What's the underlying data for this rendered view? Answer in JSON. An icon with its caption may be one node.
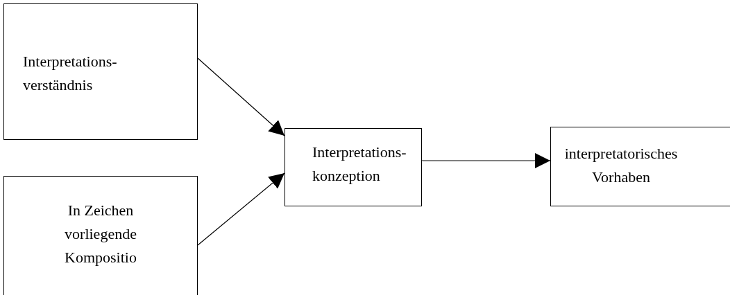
{
  "diagram": {
    "nodes": [
      {
        "text": [
          "Interpretations- verständnis"
        ]
      },
      {
        "text": [
          "In Zeichen vorliegende Kompositio"
        ]
      },
      {
        "text": [
          "Interpretations- konzeption"
        ]
      },
      {
        "text": [
          "interpretatorisches Vorhaben"
        ]
      }
    ],
    "edges": [
      {
        "from": 0,
        "to": 2,
        "arrow": "to"
      },
      {
        "from": 1,
        "to": 2,
        "arrow": "to"
      },
      {
        "from": 2,
        "to": 3,
        "arrow": "to"
      }
    ]
  }
}
